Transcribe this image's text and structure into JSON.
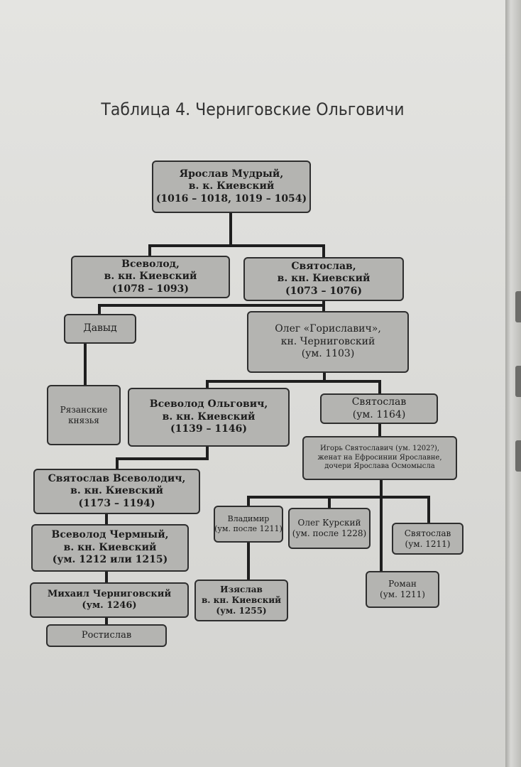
{
  "title": "Таблица 4. Черниговские Ольговичи",
  "nodes": {
    "yaroslav": {
      "name": "Ярослав Мудрый,",
      "title": "в. к. Киевский",
      "years": "(1016 – 1018, 1019 – 1054)"
    },
    "vsevolod": {
      "name": "Всеволод,",
      "title": "в. кн. Киевский",
      "years": "(1078 – 1093)"
    },
    "svyatoslav": {
      "name": "Святослав,",
      "title": "в. кн. Киевский",
      "years": "(1073 – 1076)"
    },
    "david": {
      "name": "Давыд"
    },
    "ryazan": {
      "line1": "Рязанские",
      "line2": "князья"
    },
    "oleg": {
      "name": "Олег «Гориславич»,",
      "title": "кн. Черниговский",
      "years": "(ум. 1103)"
    },
    "vsevolod_olgovich": {
      "name": "Всеволод Ольгович,",
      "title": "в. кн. Киевский",
      "years": "(1139 – 1146)"
    },
    "svyatoslav_1164": {
      "name": "Святослав",
      "years": "(ум. 1164)"
    },
    "igor": {
      "line1": "Игорь Святославич (ум. 1202?),",
      "line2": "женат на Ефросинии Ярославне,",
      "line3": "дочери Ярослава Осмомысла"
    },
    "svyatoslav_vsevolodich": {
      "name": "Святослав Всеволодич,",
      "title": "в. кн. Киевский",
      "years": "(1173 – 1194)"
    },
    "vsevolod_chermny": {
      "name": "Всеволод Чермный,",
      "title": "в. кн. Киевский",
      "years": "(ум. 1212 или 1215)"
    },
    "mikhail": {
      "name": "Михаил Черниговский",
      "years": "(ум. 1246)"
    },
    "rostislav": {
      "name": "Ростислав"
    },
    "vladimir": {
      "name": "Владимир",
      "years": "(ум. после 1211)"
    },
    "oleg_kursky": {
      "name": "Олег Курский",
      "years": "(ум. после 1228)"
    },
    "svyatoslav_1211": {
      "name": "Святослав",
      "years": "(ум. 1211)"
    },
    "roman": {
      "name": "Роман",
      "years": "(ум. 1211)"
    },
    "izyaslav": {
      "name": "Изяслав",
      "title": "в. кн. Киевский",
      "years": "(ум. 1255)"
    }
  }
}
